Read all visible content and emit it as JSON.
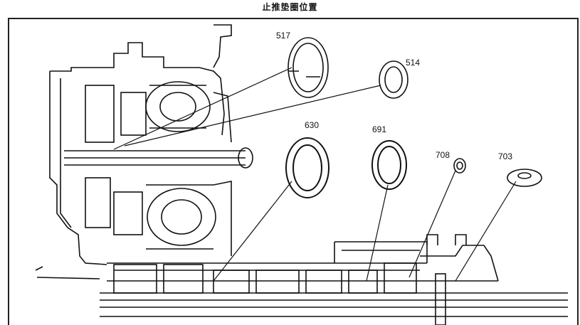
{
  "title": "止推垫圈位置",
  "callouts": [
    {
      "id": "w517",
      "label": "517"
    },
    {
      "id": "w514",
      "label": "514"
    },
    {
      "id": "w630",
      "label": "630"
    },
    {
      "id": "w691",
      "label": "691"
    },
    {
      "id": "w708",
      "label": "708"
    },
    {
      "id": "w703",
      "label": "703"
    }
  ]
}
